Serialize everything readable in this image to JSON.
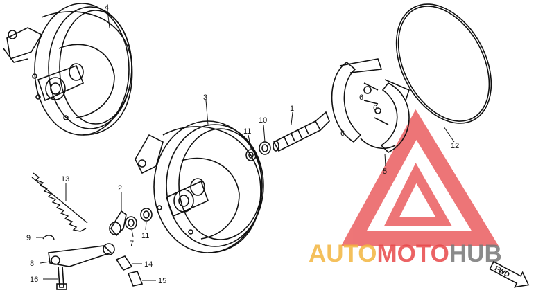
{
  "callouts": {
    "c1": "1",
    "c2": "2",
    "c3": "3",
    "c4": "4",
    "c5": "5",
    "c6a": "6",
    "c6b": "6",
    "c6c": "6",
    "c7": "7",
    "c8": "8",
    "c9": "9",
    "c10": "10",
    "c11a": "11",
    "c11b": "11",
    "c12": "12",
    "c13": "13",
    "c14": "14",
    "c15": "15",
    "c16": "16"
  },
  "direction_label": "FWD",
  "watermark": {
    "part1": "AUTO",
    "part2": "MOTO",
    "part3": "HUB"
  },
  "colors": {
    "line": "#111111",
    "watermark_red": "#e8484a",
    "watermark_yellow": "#f3b640",
    "watermark_gray": "#777777"
  }
}
